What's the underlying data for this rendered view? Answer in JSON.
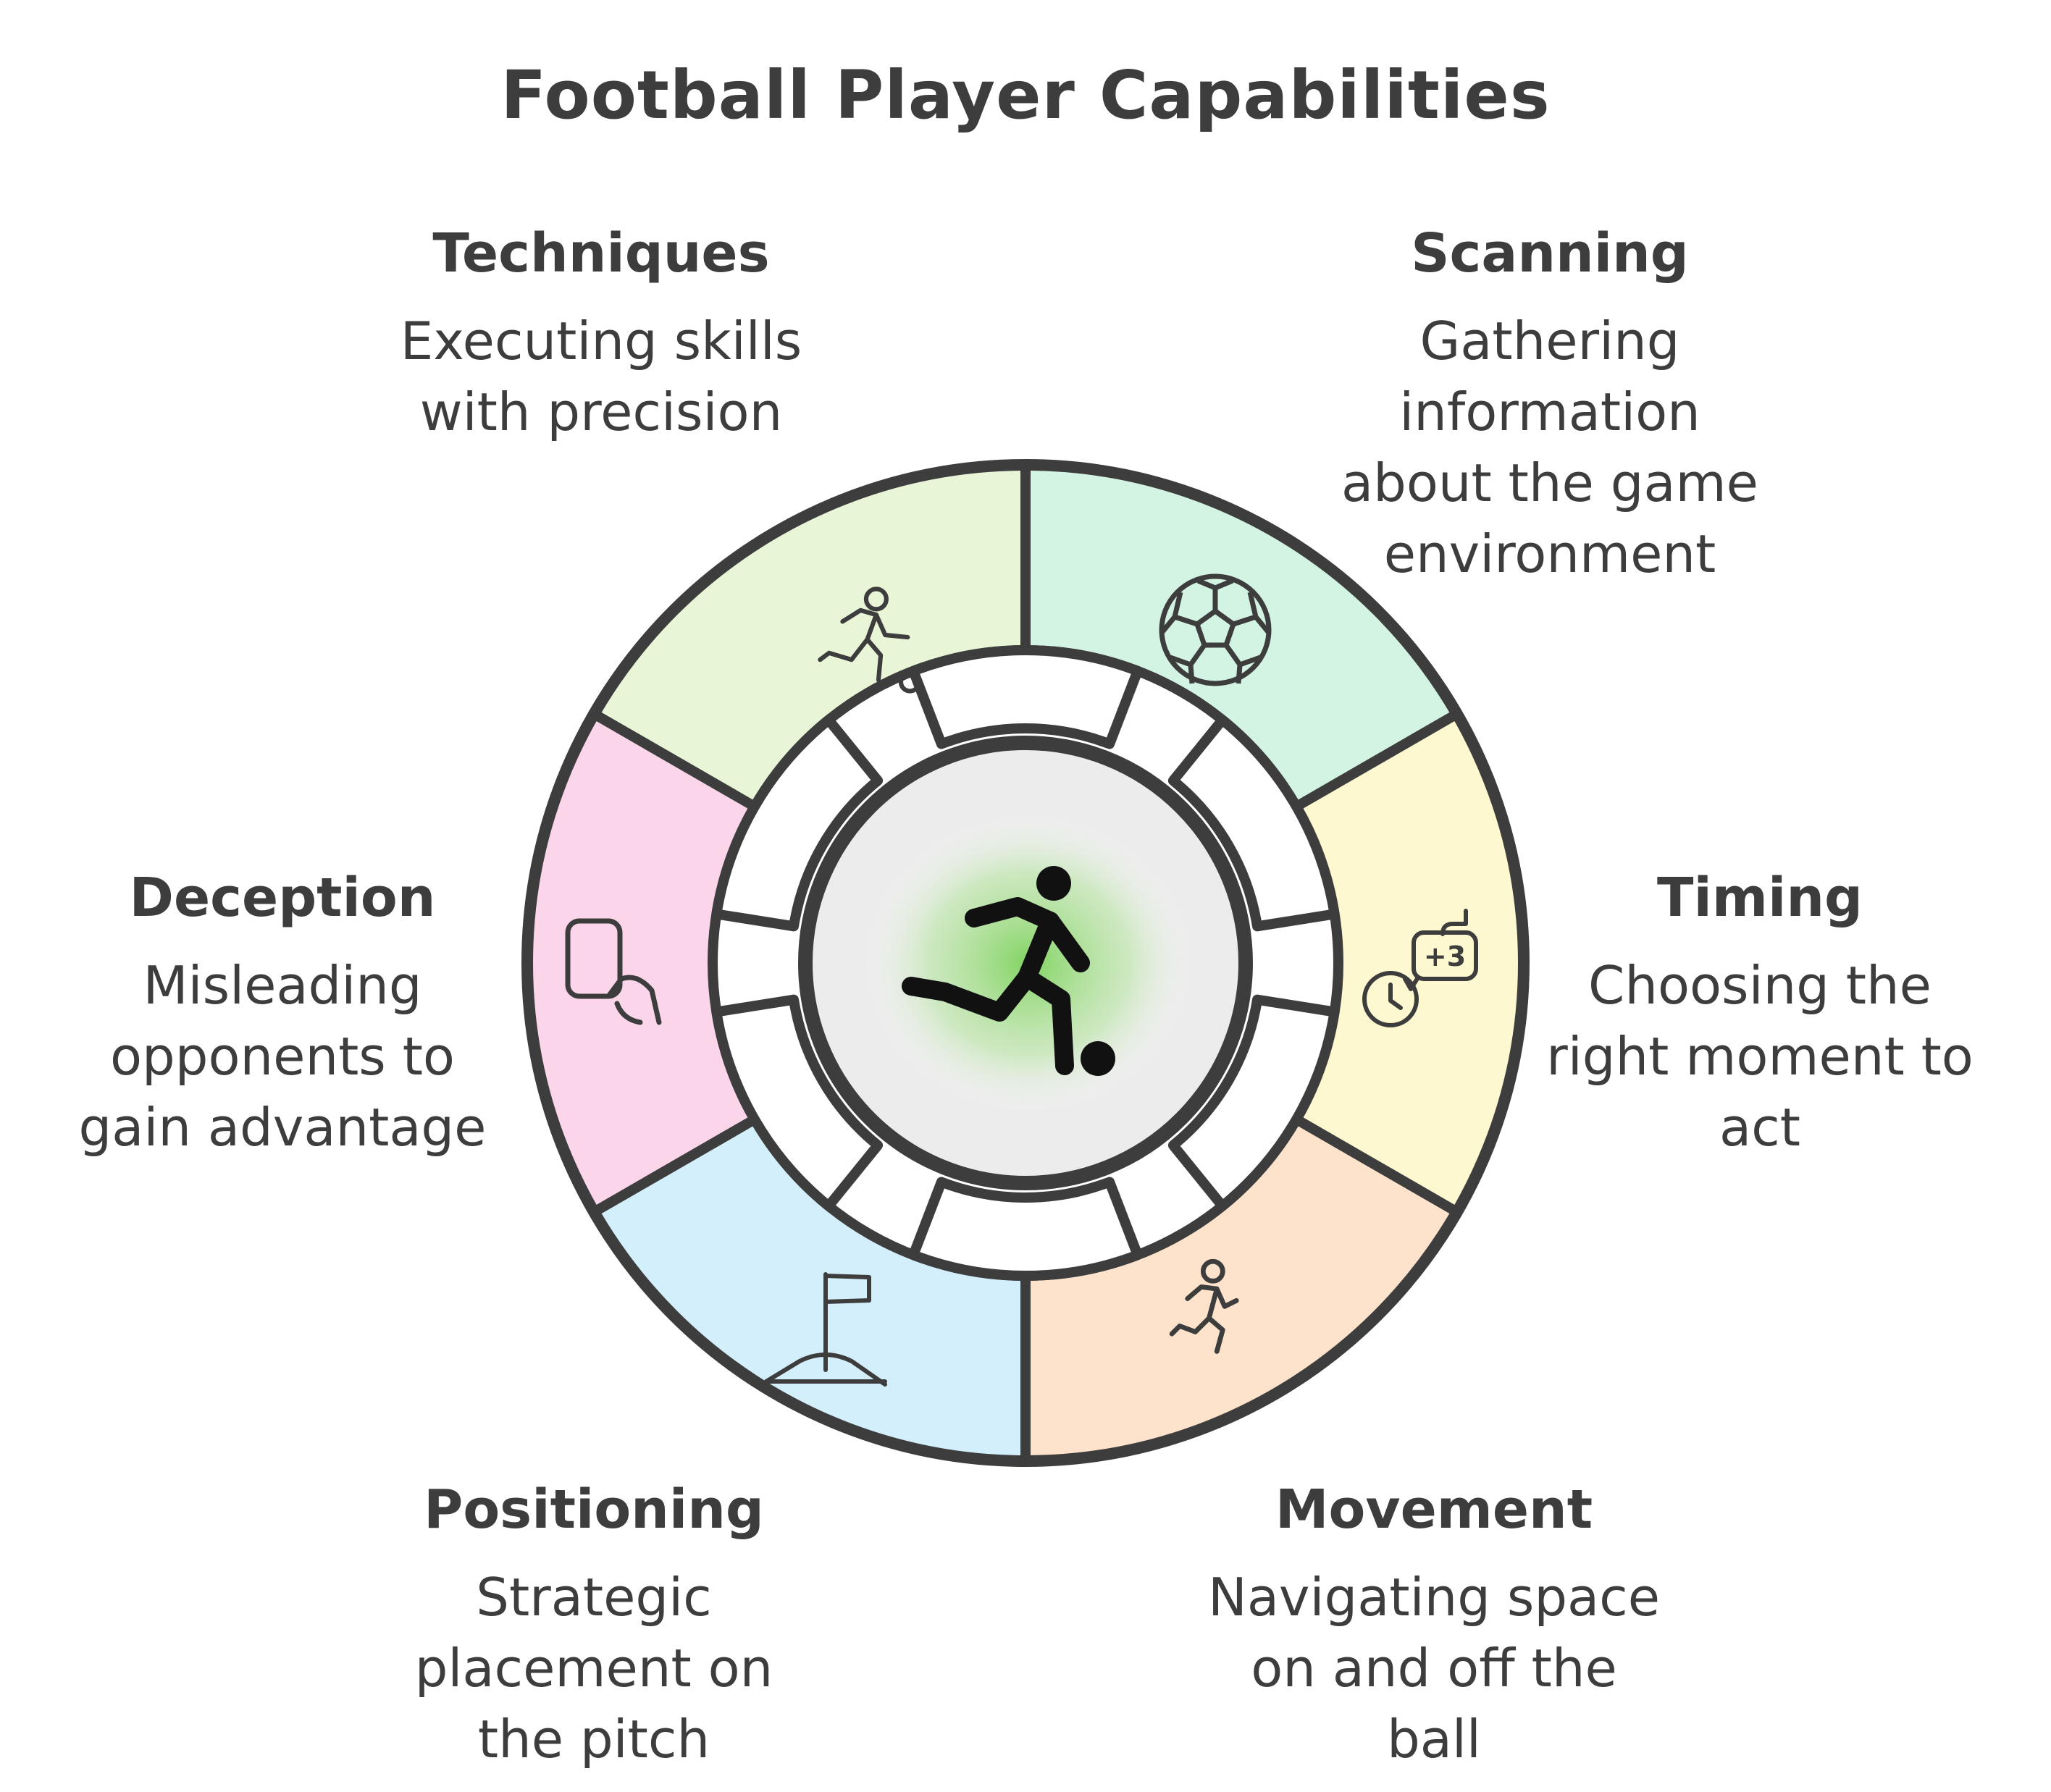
{
  "title": "Football Player Capabilities",
  "colors": {
    "outline": "#3d3d3d",
    "hub": "#ececec",
    "glow": "#7fd35a",
    "ring": "#ffffff"
  },
  "segments": [
    {
      "heading": "Techniques",
      "description": "Executing skills\nwith precision",
      "color": "#e8f5d6",
      "icon": "kicking-player-icon"
    },
    {
      "heading": "Scanning",
      "description": "Gathering\ninformation\nabout the game\nenvironment",
      "color": "#d3f3e3",
      "icon": "soccer-ball-icon"
    },
    {
      "heading": "Timing",
      "description": "Choosing the\nright moment to\nact",
      "color": "#fdf8cf",
      "icon": "clock-plus-three-icon"
    },
    {
      "heading": "Movement",
      "description": "Navigating space\non and off the\nball",
      "color": "#fde3cb",
      "icon": "running-player-icon"
    },
    {
      "heading": "Positioning",
      "description": "Strategic\nplacement on\nthe pitch",
      "color": "#d3effb",
      "icon": "corner-flag-icon"
    },
    {
      "heading": "Deception",
      "description": "Misleading\nopponents to\ngain advantage",
      "color": "#fbd5ea",
      "icon": "hand-tap-icon"
    }
  ],
  "center": {
    "icon": "footballer-kicking-ball-icon"
  }
}
